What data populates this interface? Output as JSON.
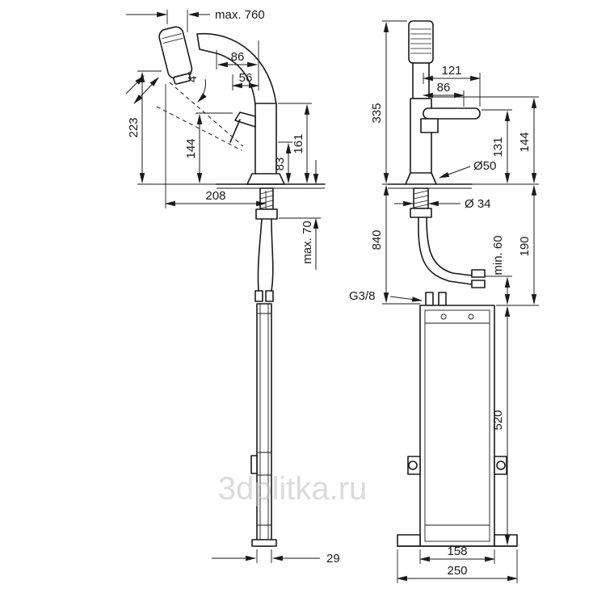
{
  "watermark": "3dplitka.ru",
  "colors": {
    "line": "#1a1a1a",
    "watermark": "#c4c4c4"
  },
  "left_view": {
    "hose_pullout": "max. 760",
    "spout_offset_86": "86",
    "angle_4": "4°",
    "spout_offset_56": "56",
    "height_223": "223",
    "height_144": "144",
    "height_161": "161",
    "height_83": "83",
    "reach_208": "208",
    "deck_thickness": "max. 70",
    "body_depth_29": "29"
  },
  "right_view": {
    "height_335": "335",
    "handle_reach_121": "121",
    "handle_reach_86": "86",
    "handle_height_131": "131",
    "height_144": "144",
    "base_diameter": "Ø50",
    "hole_diameter": "Ø 34",
    "hose_length_840": "840",
    "clearance_min60": "min. 60",
    "depth_190": "190",
    "thread_size": "G3/8",
    "box_height_520": "520",
    "box_width_158": "158",
    "overall_width_250": "250"
  }
}
